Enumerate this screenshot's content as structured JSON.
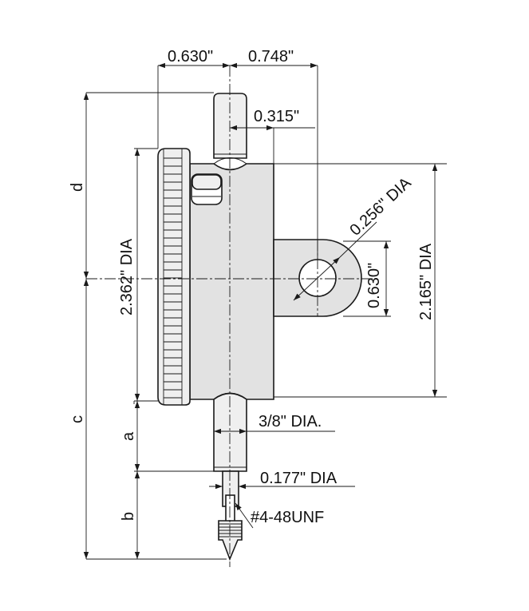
{
  "dimensions": {
    "stem_offset": "0.630\"",
    "lug_offset": "0.748\"",
    "top_cap": "0.315\"",
    "bezel_dia": "2.362\" DIA",
    "lug_hole_dia": "0.256\" DIA",
    "lug_height": "0.630\"",
    "body_dia": "2.165\" DIA",
    "stem_dia": "3/8\" DIA.",
    "point_dia": "0.177\" DIA",
    "thread": "#4-48UNF"
  },
  "letters": {
    "d": "d",
    "c": "c",
    "a": "a",
    "b": "b"
  }
}
